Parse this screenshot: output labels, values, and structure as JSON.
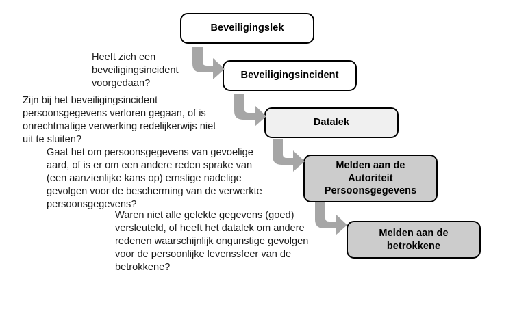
{
  "diagram": {
    "title": "Beslisboom beveiligingslek / datalek melding",
    "type": "flowchart",
    "colors": {
      "outline": "#000000",
      "arrow_fill": "#a6a6a6",
      "box_white": "#ffffff",
      "box_light_gray": "#f0f0f0",
      "box_gray": "#cccccc",
      "text": "#1c1c1c"
    },
    "nodes": [
      {
        "id": "beveiligingslek",
        "label": "Beveiligingslek",
        "fill": "white"
      },
      {
        "id": "beveiligingsincident",
        "label": "Beveiligingsincident",
        "fill": "white"
      },
      {
        "id": "datalek",
        "label": "Datalek",
        "fill": "light-gray"
      },
      {
        "id": "melden-aan-de-autoriteit-persoonsgegevens",
        "label": "Melden aan de\nAutoriteit\nPersoonsgegevens",
        "fill": "gray"
      },
      {
        "id": "melden-aan-de-betrokkene",
        "label": "Melden aan de\nbetrokkene",
        "fill": "gray"
      }
    ],
    "questions": [
      {
        "id": "q1",
        "text": "Heeft zich een\nbeveiligingsincident\nvoorgedaan?"
      },
      {
        "id": "q2",
        "text": "Zijn bij het beveiligingsincident\npersoonsgegevens verloren gegaan, of is\nonrechtmatige verwerking redelijkerwijs niet\nuit te sluiten?"
      },
      {
        "id": "q3",
        "text": "Gaat het om persoonsgegevens van gevoelige\naard, of is er om een andere reden sprake van\n(een aanzienlijke kans op) ernstige nadelige\ngevolgen voor de bescherming van de verwerkte\npersoonsgegevens?"
      },
      {
        "id": "q4",
        "text": "Waren niet alle gelekte gegevens (goed)\nversleuteld, of heeft het datalek om andere\nredenen waarschijnlijk ongunstige gevolgen\nvoor de persoonlijke levenssfeer van de\nbetrokkene?"
      }
    ],
    "arrows": [
      {
        "id": "a1",
        "icon": "elbow-arrow-down-right-icon",
        "from": "beveiligingslek",
        "to": "beveiligingsincident"
      },
      {
        "id": "a2",
        "icon": "elbow-arrow-down-right-icon",
        "from": "beveiligingsincident",
        "to": "datalek"
      },
      {
        "id": "a3",
        "icon": "elbow-arrow-down-right-icon",
        "from": "datalek",
        "to": "melden-aan-de-autoriteit-persoonsgegevens"
      },
      {
        "id": "a4",
        "icon": "elbow-arrow-down-right-icon",
        "from": "melden-aan-de-autoriteit-persoonsgegevens",
        "to": "melden-aan-de-betrokkene"
      }
    ]
  }
}
